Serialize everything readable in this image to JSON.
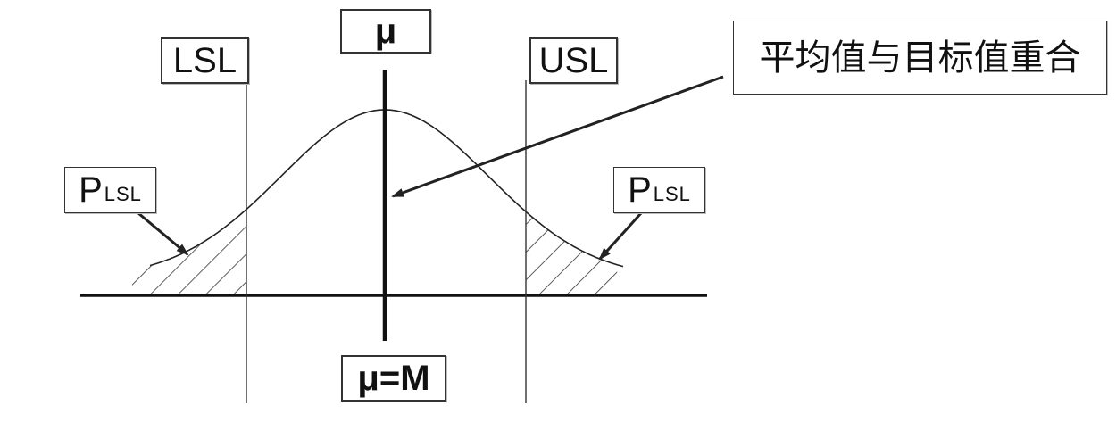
{
  "labels": {
    "lsl": "LSL",
    "usl": "USL",
    "mu": "μ",
    "mu_equals_m": "μ=M",
    "note": "平均值与目标值重合",
    "p_left": {
      "main": "P",
      "sub": "LSL"
    },
    "p_right": {
      "main": "P",
      "sub": "LSL"
    }
  },
  "colors": {
    "line": "#222222",
    "hatch": "#333333",
    "background": "#ffffff"
  }
}
